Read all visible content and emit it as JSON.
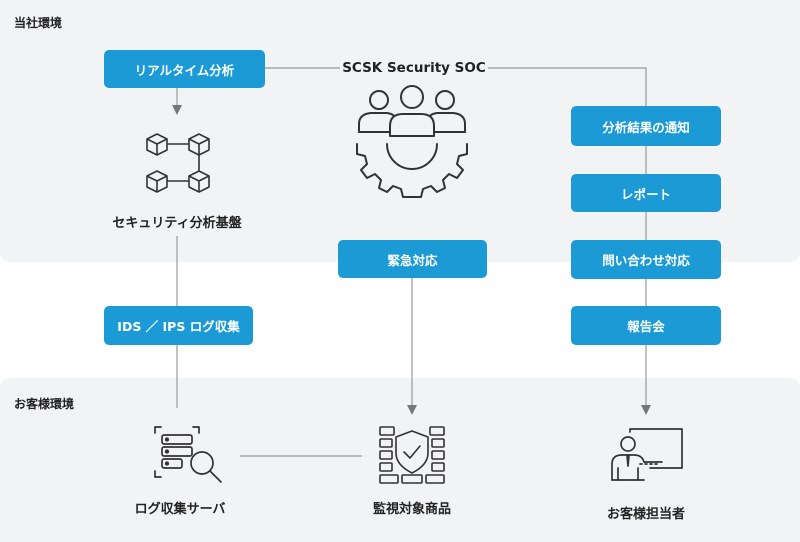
{
  "areas": {
    "company": "当社環境",
    "customer": "お客様環境"
  },
  "soc_title": "SCSK Security SOC",
  "buttons": {
    "realtime_analysis": "リアルタイム分析",
    "emergency": "緊急対応",
    "ids_ips": "IDS ／ IPS ログ収集",
    "notify": "分析結果の通知",
    "report": "レポート",
    "inquiry": "問い合わせ対応",
    "meeting": "報告会"
  },
  "nodes": {
    "platform": "セキュリティ分析基盤",
    "log_server": "ログ収集サーバ",
    "monitored": "監視対象商品",
    "customer_rep": "お客様担当者"
  },
  "icons": {
    "platform": "network-cubes-icon",
    "soc": "team-gear-icon",
    "log_server": "server-search-icon",
    "monitored": "shield-check-icon",
    "customer_rep": "presenter-board-icon"
  },
  "colors": {
    "accent": "#1c9ad6",
    "panel": "#f1f3f5",
    "line": "#999999",
    "icon": "#333333"
  }
}
